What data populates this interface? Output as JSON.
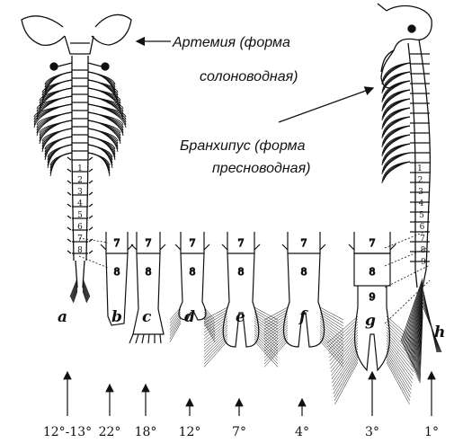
{
  "labels": {
    "artemia_line1": "Артемия (форма",
    "artemia_line2": "солоноводная)",
    "branchipus_line1": "Бранхипус (форма",
    "branchipus_line2": "пресноводная)"
  },
  "segment_numbers_left": [
    "1",
    "2",
    "3",
    "4",
    "5",
    "6",
    "7",
    "8"
  ],
  "segment_numbers_right": [
    "1",
    "2",
    "3",
    "4",
    "5",
    "6",
    "7",
    "8",
    "9"
  ],
  "figures": [
    {
      "letter": "a",
      "temp": "12°-13°"
    },
    {
      "letter": "b",
      "temp": "22°",
      "top": "7",
      "mid": "8"
    },
    {
      "letter": "c",
      "temp": "18°",
      "top": "7",
      "mid": "8"
    },
    {
      "letter": "d",
      "temp": "12°",
      "top": "7",
      "mid": "8"
    },
    {
      "letter": "e",
      "temp": "7°",
      "top": "7",
      "mid": "8"
    },
    {
      "letter": "f",
      "temp": "4°",
      "top": "7",
      "mid": "8"
    },
    {
      "letter": "g",
      "temp": "3°",
      "top": "7",
      "mid": "8",
      "extra": "9"
    },
    {
      "letter": "h",
      "temp": "1°"
    }
  ]
}
